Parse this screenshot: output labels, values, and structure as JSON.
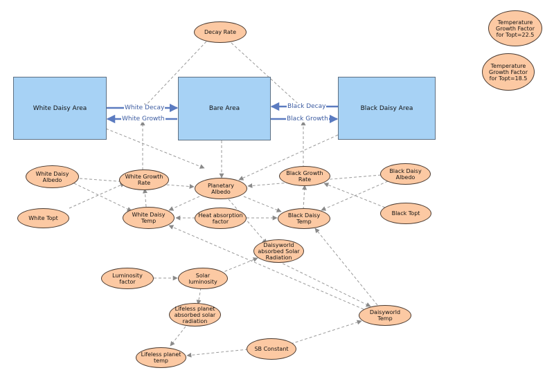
{
  "stocks": {
    "white_daisy_area": "White Daisy Area",
    "bare_area": "Bare Area",
    "black_daisy_area": "Black Daisy Area"
  },
  "flows": {
    "white_decay": "White Decay",
    "white_growth": "White Growth",
    "black_decay": "Black Decay",
    "black_growth": "Black Growth"
  },
  "variables": {
    "decay_rate": "Decay Rate",
    "tgf_22_5": "Temperature Growth Factor for Topt=22.5",
    "tgf_18_5": "Temperature Growth Factor for Topt=18.5",
    "white_daisy_albedo": "White Daisy Albedo",
    "white_growth_rate": "White Growth Rate",
    "planetary_albedo": "Planetary Albedo",
    "black_growth_rate": "Black Growth Rate",
    "black_daisy_albedo": "Black Daisy Albedo",
    "white_topt": "White Topt",
    "white_daisy_temp": "White Daisy Temp",
    "heat_absorption_factor": "Heat absorption factor",
    "black_daisy_temp": "Black Daisy Temp",
    "black_topt": "Black Topt",
    "daisyworld_absorbed_solar_radiation": "Daisyworld absorbed Solar Radiation",
    "luminosity_factor": "Luminosity factor",
    "solar_luminosity": "Solar luminosity",
    "lifeless_planet_absorbed_solar_radiation": "Lifeless planet absorbed solar radiation",
    "daisyworld_temp": "Daisyworld Temp",
    "sb_constant": "SB Constant",
    "lifeless_planet_temp": "Lifeless planet temp"
  },
  "colors": {
    "stock_fill": "#a7d2f5",
    "variable_fill": "#fcc9a3",
    "flow_arrow": "#5b7bc0",
    "link_arrow": "#999999"
  }
}
